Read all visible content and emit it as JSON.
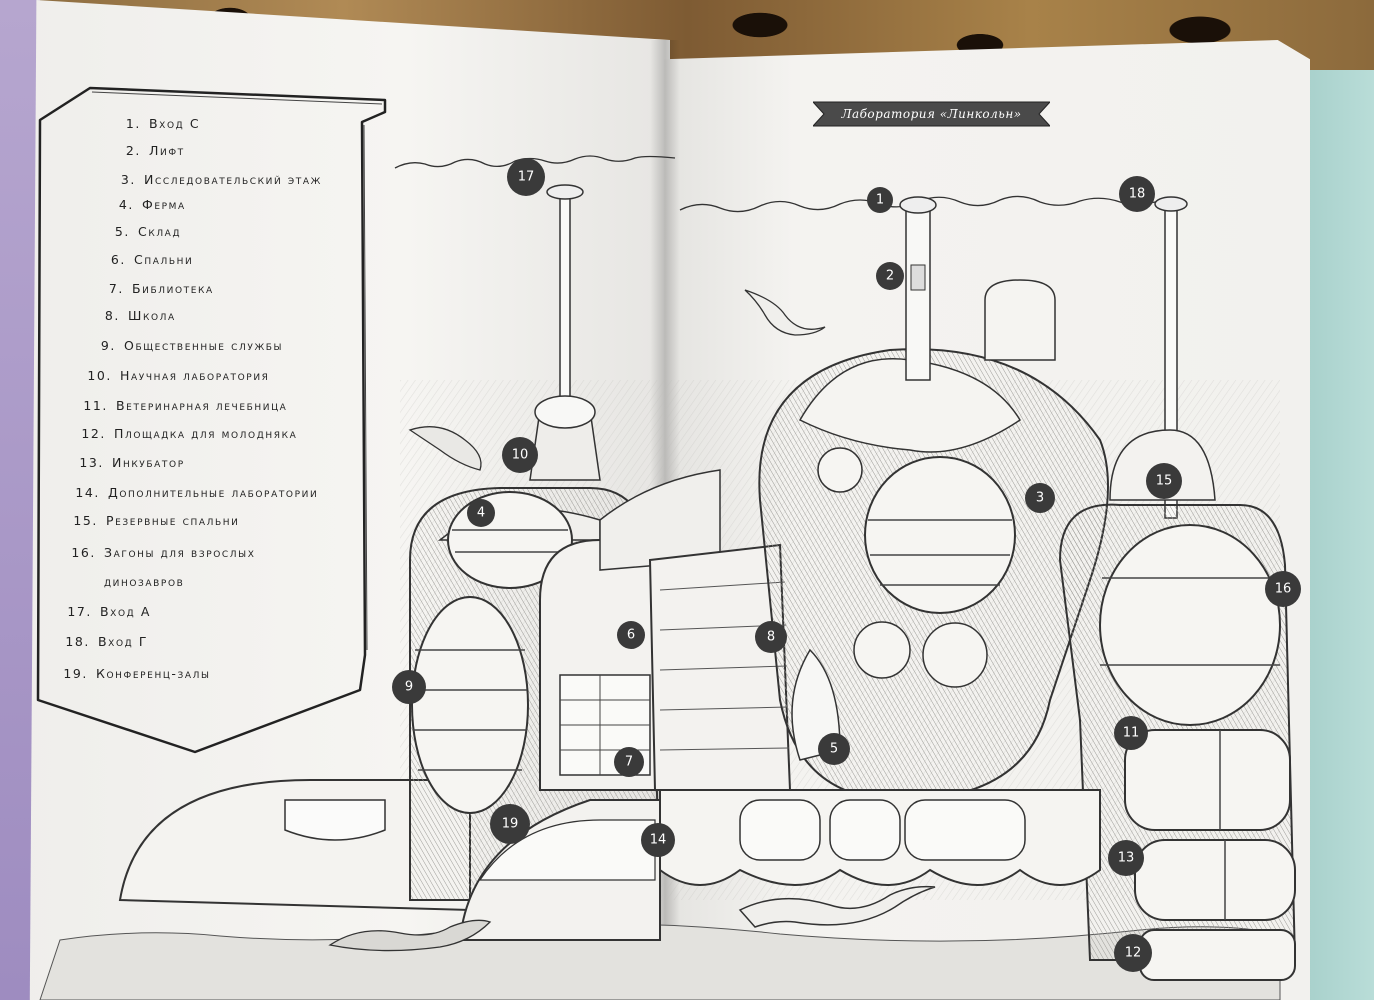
{
  "banner": {
    "title": "Лаборатория «Линкольн»"
  },
  "legend": {
    "items": [
      {
        "num": "1.",
        "label": "Вход С"
      },
      {
        "num": "2.",
        "label": "Лифт"
      },
      {
        "num": "3.",
        "label": "Исследовательский этаж"
      },
      {
        "num": "4.",
        "label": "Ферма"
      },
      {
        "num": "5.",
        "label": "Склад"
      },
      {
        "num": "6.",
        "label": "Спальни"
      },
      {
        "num": "7.",
        "label": "Библиотека"
      },
      {
        "num": "8.",
        "label": "Школа"
      },
      {
        "num": "9.",
        "label": "Общественные службы"
      },
      {
        "num": "10.",
        "label": "Научная лаборатория"
      },
      {
        "num": "11.",
        "label": "Ветеринарная лечебница"
      },
      {
        "num": "12.",
        "label": "Площадка для молодняка"
      },
      {
        "num": "13.",
        "label": "Инкубатор"
      },
      {
        "num": "14.",
        "label": "Дополнительные лаборатории"
      },
      {
        "num": "15.",
        "label": "Резервные спальни"
      },
      {
        "num": "16.",
        "label": "Загоны для взрослых"
      },
      {
        "num": "",
        "label": "динозавров"
      },
      {
        "num": "17.",
        "label": "Вход А"
      },
      {
        "num": "18.",
        "label": "Вход Г"
      },
      {
        "num": "19.",
        "label": "Конференц-залы"
      }
    ]
  },
  "markers": [
    "1",
    "2",
    "3",
    "4",
    "5",
    "6",
    "7",
    "8",
    "9",
    "10",
    "11",
    "12",
    "13",
    "14",
    "15",
    "16",
    "17",
    "18",
    "19"
  ],
  "colors": {
    "ink": "#2a2a2a",
    "paper": "#f5f4f1",
    "marker": "#3a3a3a",
    "banner": "#4a4a4a"
  }
}
